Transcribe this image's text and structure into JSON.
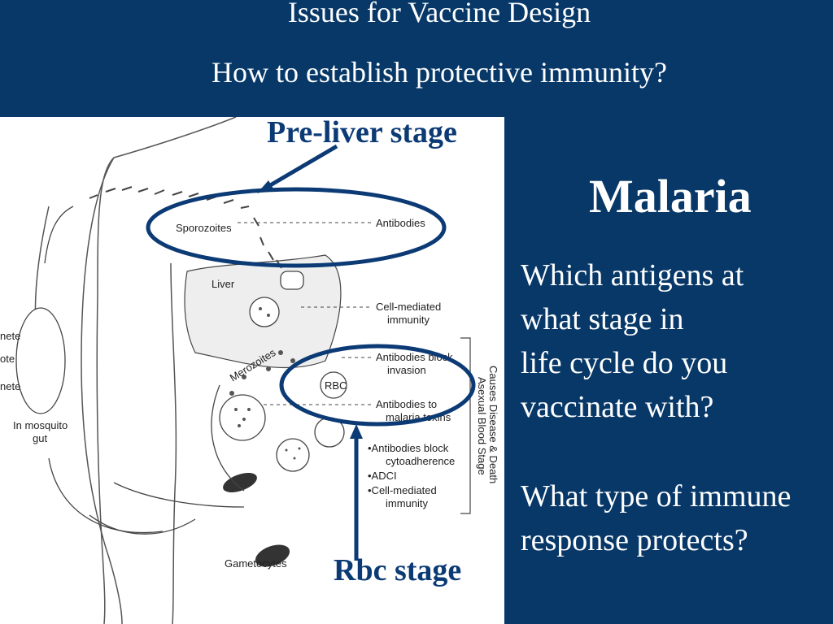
{
  "slide": {
    "title_line1": "Issues for Vaccine Design",
    "title_line2": "How to establish protective immunity?",
    "heading": "Malaria",
    "question1": [
      "Which antigens at",
      " what stage in",
      " life cycle do you",
      " vaccinate with?"
    ],
    "question2": [
      "What type of immune",
      " response protects?"
    ]
  },
  "diagram": {
    "pre_liver_label": "Pre-liver stage",
    "rbc_label": "Rbc stage",
    "labels": {
      "sporozoites": "Sporozoites",
      "antibodies": "Antibodies",
      "liver": "Liver",
      "cell_mediated": "Cell-mediated",
      "immunity": "immunity",
      "merozoites": "Merozoites",
      "rbc": "RBC",
      "ab_block": "Antibodies block",
      "invasion": "invasion",
      "ab_to": "Antibodies to",
      "malaria_toxins": "malaria toxins",
      "ab_block2": "•Antibodies block",
      "cytoadherence": "cytoadherence",
      "adci": "•ADCI",
      "cell_mediated2": "•Cell-mediated",
      "immunity2": "immunity",
      "gametocytes": "Gametocytes",
      "in_mosquito": "In mosquito",
      "gut": "gut",
      "nete1": "nete",
      "ote": "ote",
      "nete2": "nete",
      "side1": "Asexual Blood Stage",
      "side2": "Causes Disease & Death"
    }
  }
}
